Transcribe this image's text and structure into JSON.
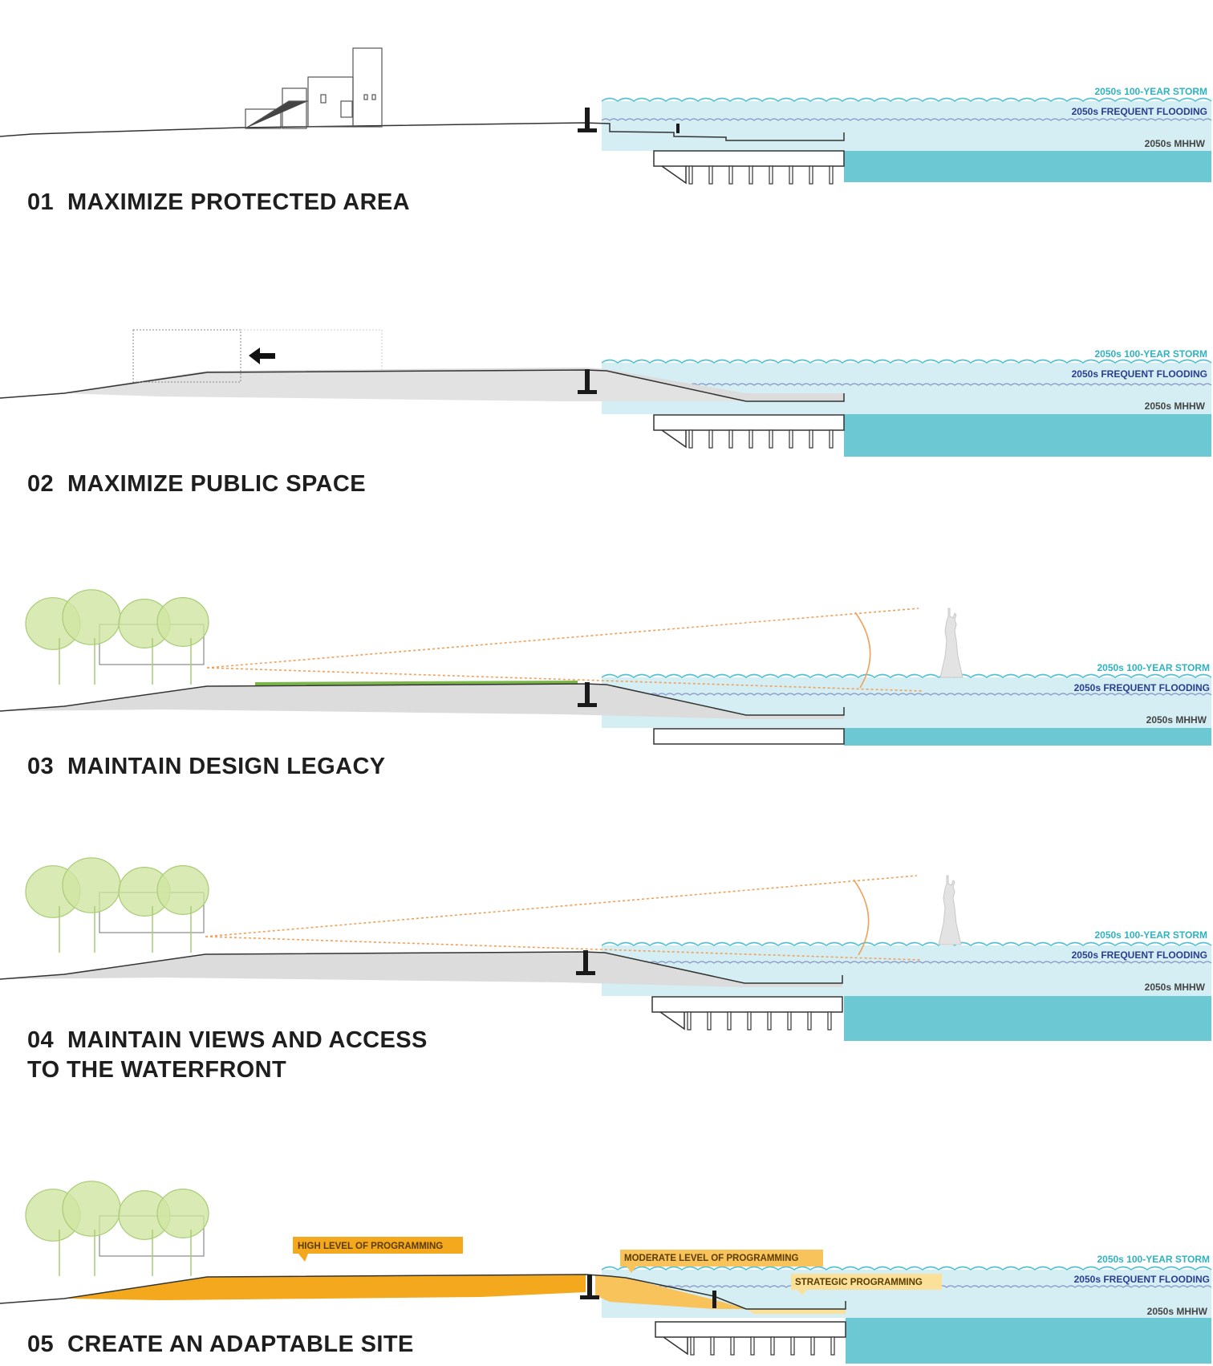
{
  "colors": {
    "storm": "#2fb3c0",
    "frequent": "#2a3d8f",
    "mhhw": "#444444",
    "storm_water": "#d4eef3",
    "mhhw_water": "#6cc9d3",
    "ground": "#dcdcdc",
    "tree": "#cfe5a2",
    "programming": "#f4a81d",
    "sightline": "#f1a057"
  },
  "water_labels": {
    "storm": "2050s 100-YEAR STORM",
    "frequent": "2050s FREQUENT FLOODING",
    "mhhw": "2050s MHHW"
  },
  "sections": [
    {
      "number": "01",
      "title": "MAXIMIZE PROTECTED AREA"
    },
    {
      "number": "02",
      "title": "MAXIMIZE PUBLIC SPACE"
    },
    {
      "number": "03",
      "title": "MAINTAIN DESIGN LEGACY"
    },
    {
      "number": "04",
      "title": "MAINTAIN VIEWS AND ACCESS",
      "title_line2": "TO THE WATERFRONT"
    },
    {
      "number": "05",
      "title": "CREATE AN ADAPTABLE SITE"
    }
  ],
  "programming_labels": {
    "high": "HIGH LEVEL OF PROGRAMMING",
    "moderate": "MODERATE LEVEL OF PROGRAMMING",
    "strategic": "STRATEGIC PROGRAMMING"
  },
  "icons": {
    "arrow": "left-arrow-icon",
    "statue": "statue-of-liberty-icon",
    "building": "building-icon",
    "tree": "tree-icon",
    "floodwall": "floodwall-icon"
  }
}
